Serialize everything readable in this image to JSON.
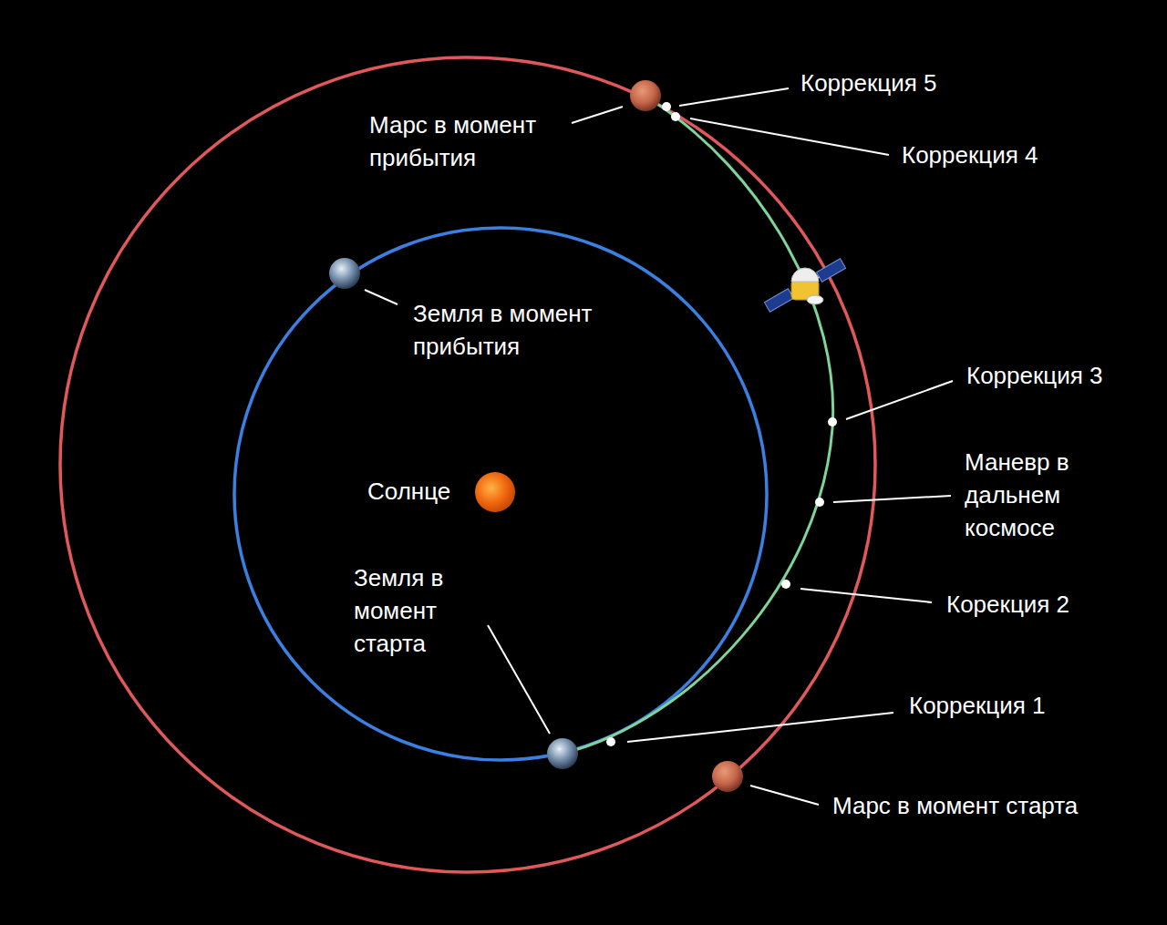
{
  "diagram": {
    "labels": [
      "Коррекция 5",
      "Марс в момент прибытия",
      "Коррекция 4",
      "Земля в момент прибытия",
      "Коррекция 3",
      "Маневр в дальнем космосе",
      "Солнце",
      "Корекция 2",
      "Земля в момент старта",
      "Коррекция 1",
      "Марс в момент старта"
    ]
  }
}
